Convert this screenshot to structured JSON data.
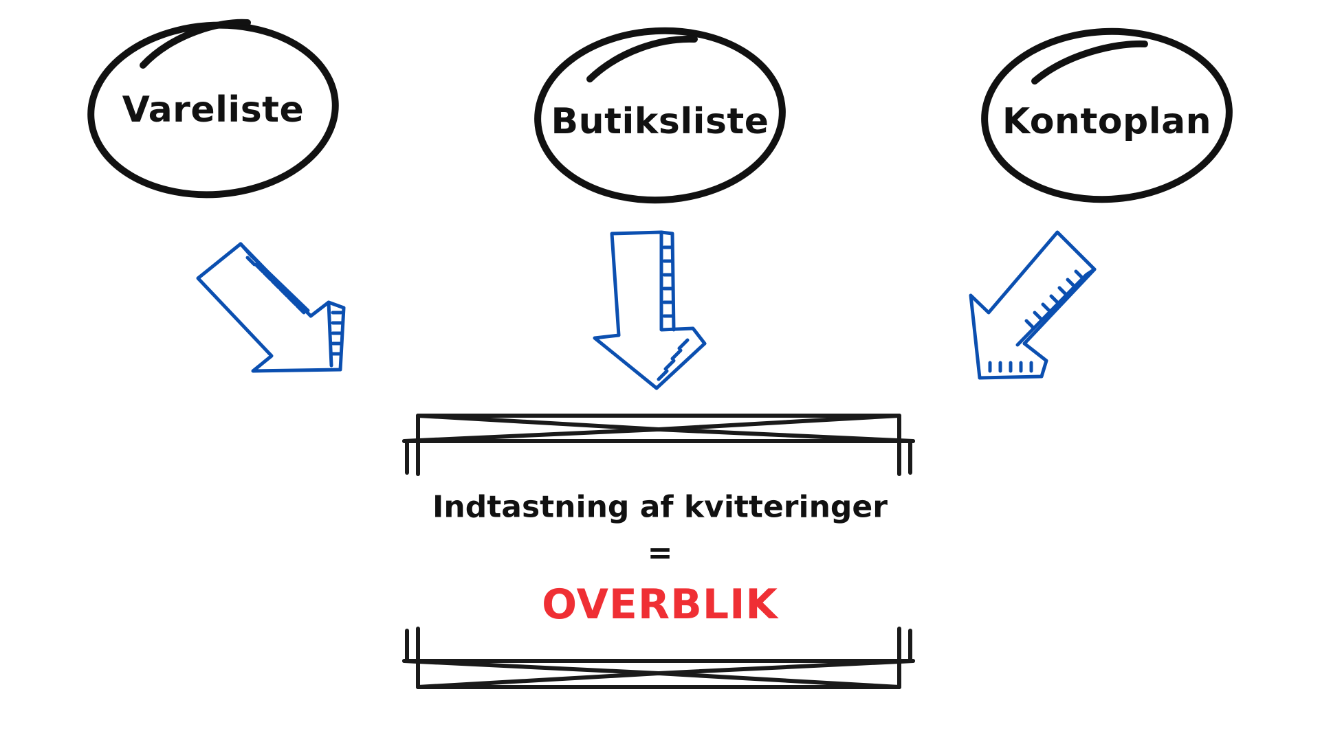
{
  "nodes": [
    {
      "label": "Vareliste"
    },
    {
      "label": "Butiksliste"
    },
    {
      "label": "Kontoplan"
    }
  ],
  "center": {
    "line1": "Indtastning af kvitteringer",
    "equals": "=",
    "result": "OVERBLIK"
  },
  "colors": {
    "ink": "#111111",
    "arrow": "#0b4fb0",
    "highlight": "#ef2f34",
    "background": "#ffffff"
  },
  "icons": [
    "hand-drawn-circle",
    "hand-drawn-arrow",
    "sketch-bracket"
  ]
}
